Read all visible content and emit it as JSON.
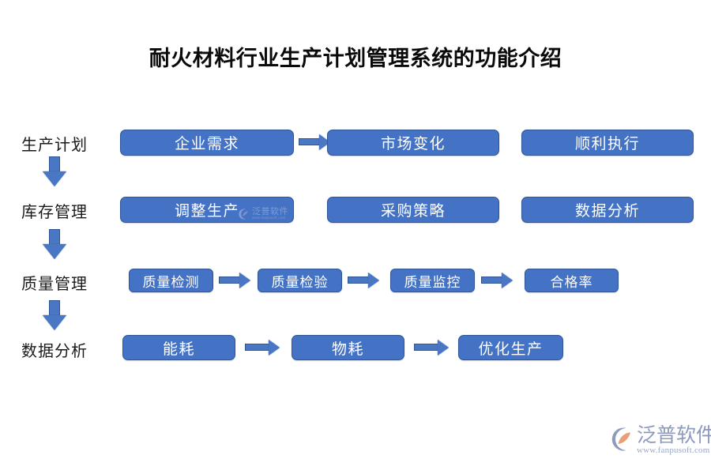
{
  "page": {
    "title": "耐火材料行业生产计划管理系统的功能介绍",
    "background_color": "#ffffff"
  },
  "theme": {
    "box_fill": "#4472c4",
    "box_border": "#2f5597",
    "box_text": "#ffffff",
    "arrow_fill": "#4a77c4",
    "arrow_border": "#2f5597",
    "label_text": "#1a1a1a",
    "title_text": "#0a0a0a",
    "brand_text": "#8c9bbd",
    "brand_accent": "#e8a07a"
  },
  "stages": [
    {
      "label": "生产计划"
    },
    {
      "label": "库存管理"
    },
    {
      "label": "质量管理"
    },
    {
      "label": "数据分析"
    }
  ],
  "stage_connectors": [
    {
      "icon": "down-arrow-icon"
    },
    {
      "icon": "down-arrow-icon"
    },
    {
      "icon": "down-arrow-icon"
    }
  ],
  "rows": [
    {
      "name": "production-plan-row",
      "boxes": [
        {
          "label": "企业需求"
        },
        {
          "label": "市场变化"
        },
        {
          "label": "顺利执行"
        }
      ],
      "arrows": [
        {
          "icon": "right-arrow-icon"
        }
      ]
    },
    {
      "name": "inventory-row",
      "boxes": [
        {
          "label": "调整生产"
        },
        {
          "label": "采购策略"
        },
        {
          "label": "数据分析"
        }
      ],
      "arrows": []
    },
    {
      "name": "quality-row",
      "boxes": [
        {
          "label": "质量检测"
        },
        {
          "label": "质量检验"
        },
        {
          "label": "质量监控"
        },
        {
          "label": "合格率"
        }
      ],
      "arrows": [
        {
          "icon": "right-arrow-icon"
        },
        {
          "icon": "right-arrow-icon"
        },
        {
          "icon": "right-arrow-icon"
        }
      ]
    },
    {
      "name": "analysis-row",
      "boxes": [
        {
          "label": "能耗"
        },
        {
          "label": "物耗"
        },
        {
          "label": "优化生产"
        }
      ],
      "arrows": [
        {
          "icon": "right-arrow-icon"
        },
        {
          "icon": "right-arrow-icon"
        }
      ]
    }
  ],
  "watermark": {
    "name": "泛普软件",
    "url": "www.fanpusoft.com"
  },
  "brand": {
    "name": "泛普软件",
    "url": "www.fanpusoft.com",
    "mark_icon": "fanpu-swoosh-logo-icon"
  }
}
